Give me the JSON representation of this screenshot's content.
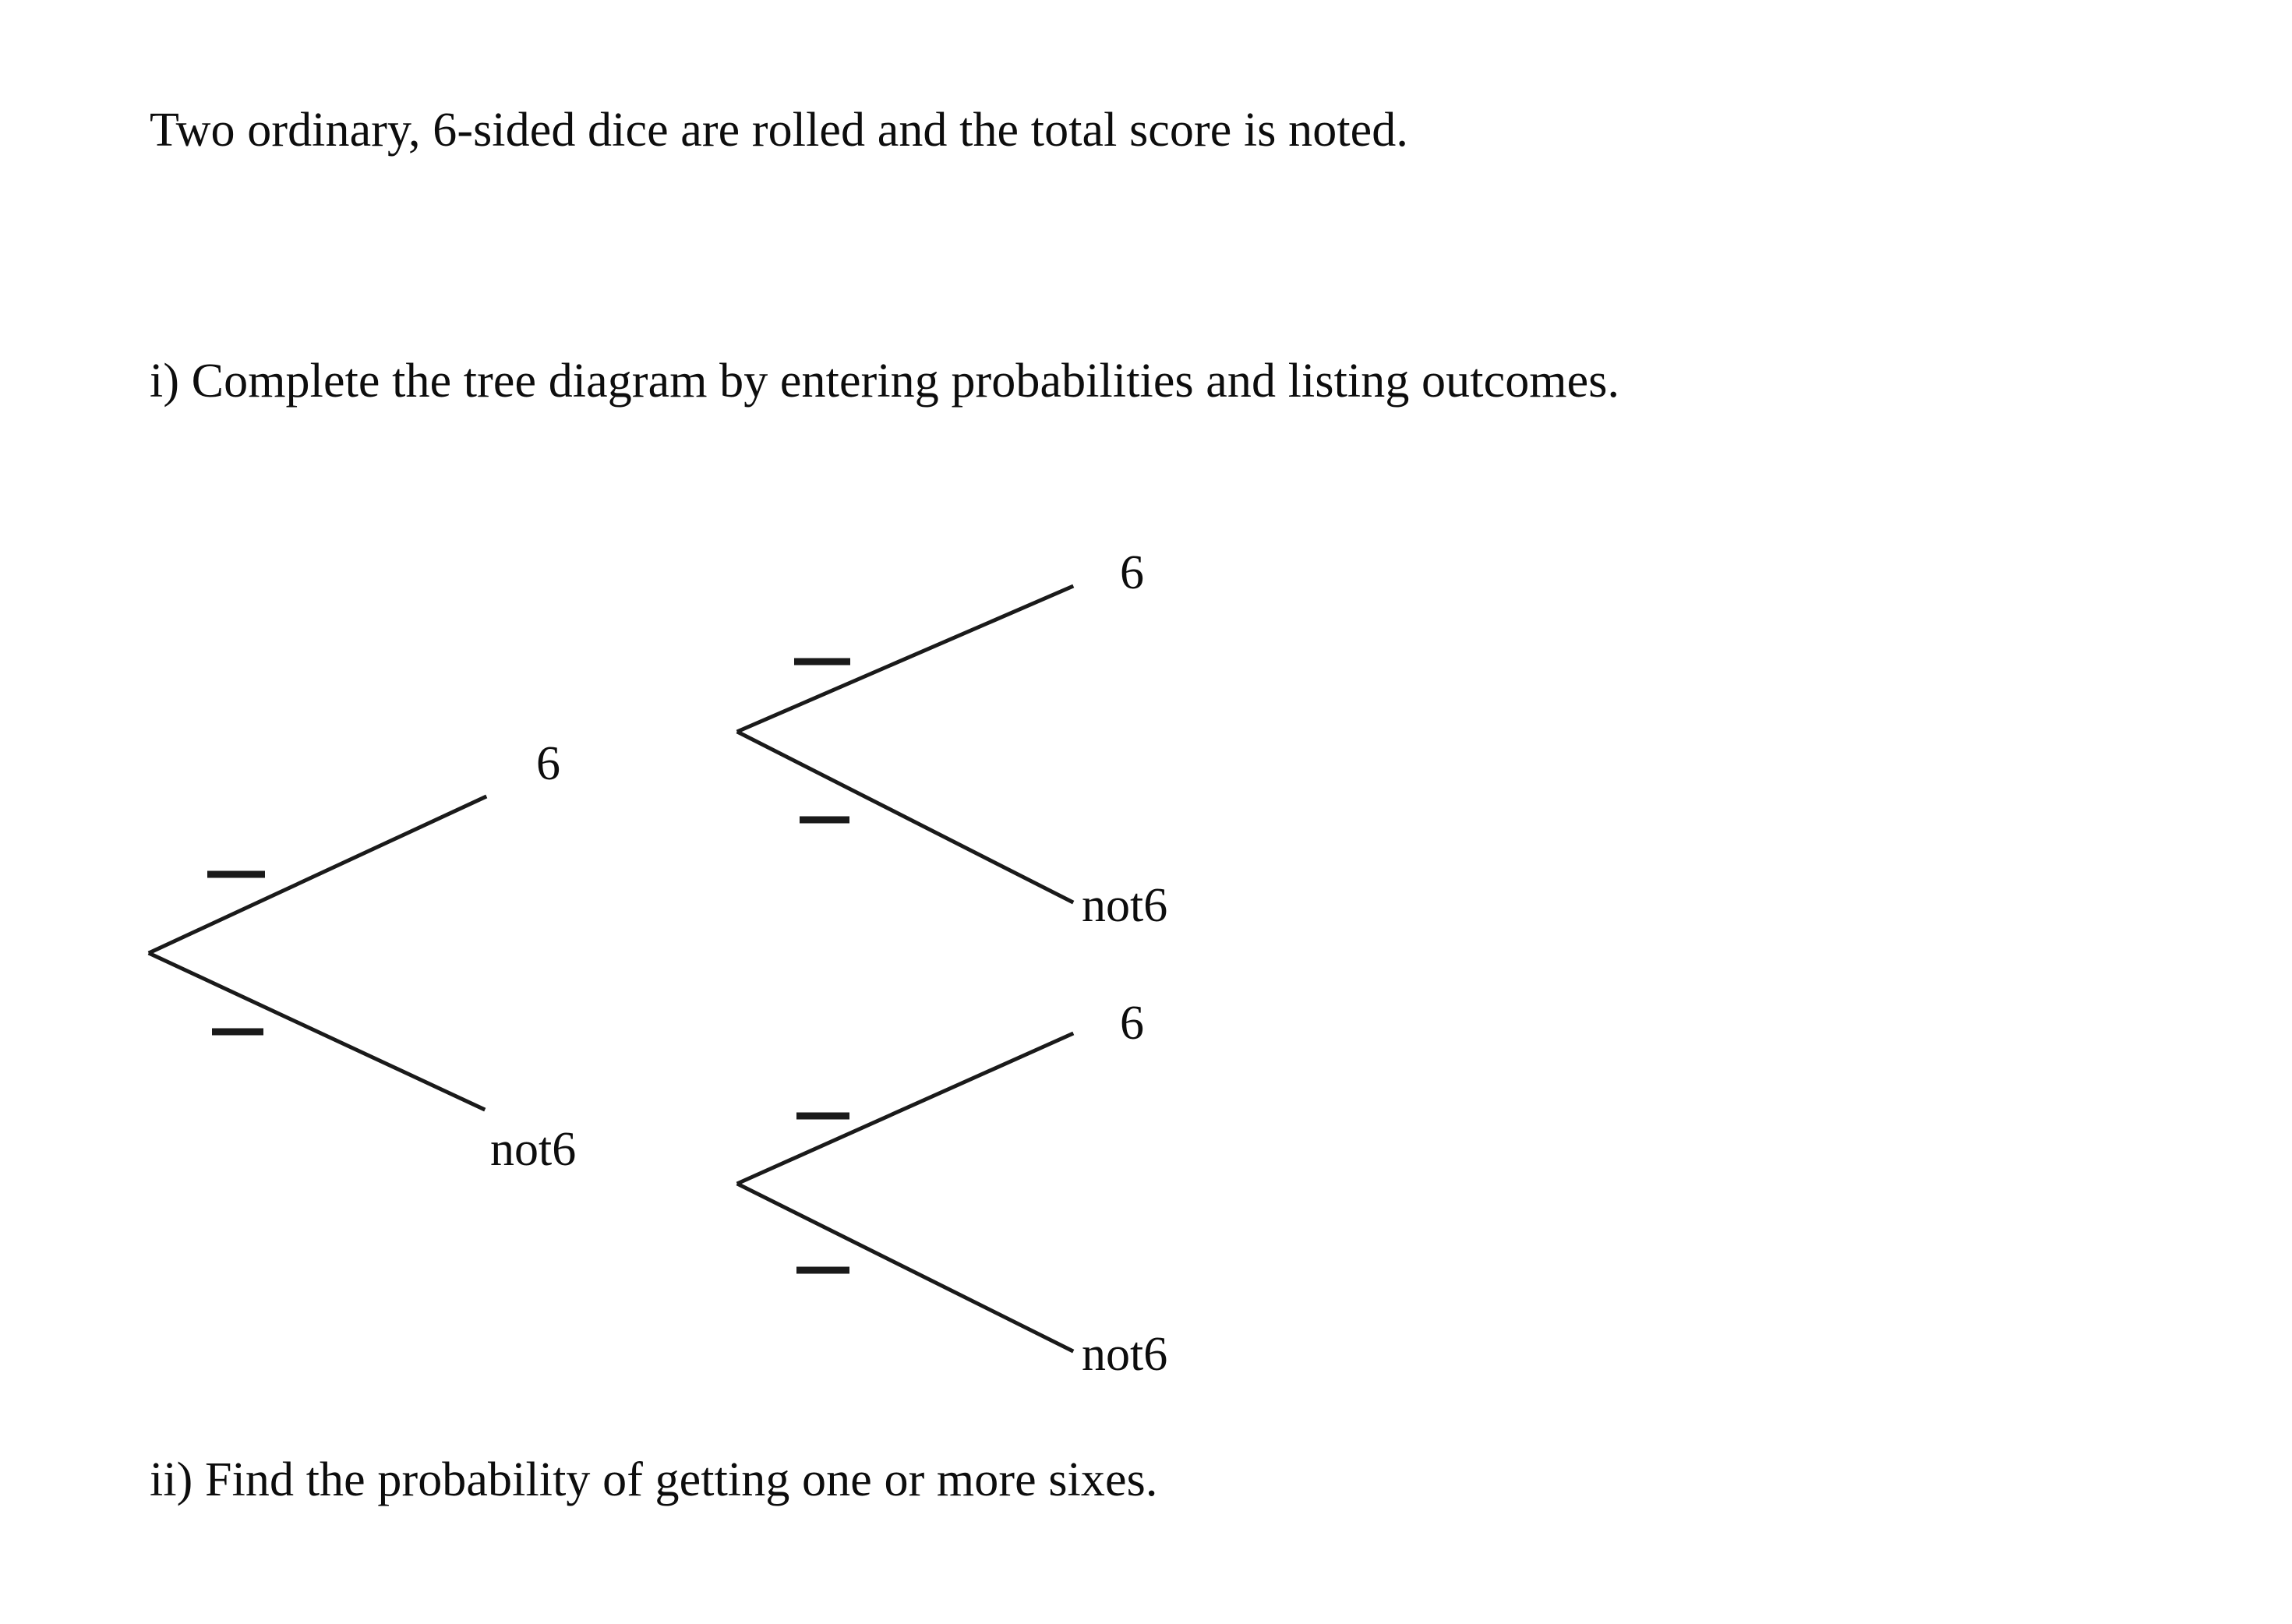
{
  "question": {
    "intro": "Two ordinary, 6-sided dice are rolled and the total score is noted.",
    "part_i": "i) Complete the tree diagram by entering probabilities and listing outcomes.",
    "part_ii": "ii) Find the probability of getting one or more sixes."
  },
  "tree": {
    "level1": {
      "upper_outcome": "6",
      "lower_outcome": "not6",
      "upper_prob": "",
      "lower_prob": ""
    },
    "level2_upper": {
      "upper_outcome": "6",
      "lower_outcome": "not6",
      "upper_prob": "",
      "lower_prob": ""
    },
    "level2_lower": {
      "upper_outcome": "6",
      "lower_outcome": "not6",
      "upper_prob": "",
      "lower_prob": ""
    }
  },
  "colors": {
    "ink": "#0d0d0d",
    "line": "#1a1a1a",
    "background": "#ffffff"
  }
}
